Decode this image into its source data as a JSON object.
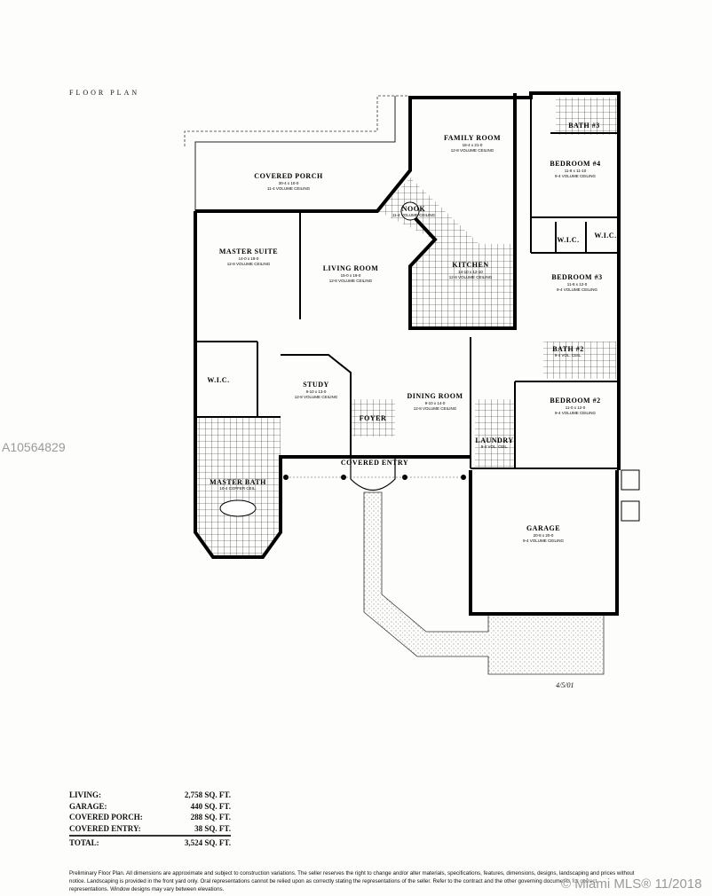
{
  "title": "FLOOR PLAN",
  "listing_id": "A10564829",
  "plan_date": "4/5/01",
  "rooms": {
    "covered_porch": {
      "name": "COVERED PORCH",
      "dims": "30-4 x 10-0",
      "ceiling": "11-4 VOLUME CEILING"
    },
    "family_room": {
      "name": "FAMILY ROOM",
      "dims": "18-4 x 21-0",
      "ceiling": "12-8 VOLUME CEILING"
    },
    "bath3": {
      "name": "BATH #3"
    },
    "bedroom4": {
      "name": "BEDROOM #4",
      "dims": "11-8 x 11-10",
      "ceiling": "9-4 VOLUME CEILING"
    },
    "nook": {
      "name": "NOOK",
      "ceiling": "11-4 VOLUME CEILING"
    },
    "master_suite": {
      "name": "MASTER SUITE",
      "dims": "14-0 x 18-0",
      "ceiling": "12-8 VOLUME CEILING"
    },
    "living_room": {
      "name": "LIVING ROOM",
      "dims": "15-0 x 19-0",
      "ceiling": "12-8 VOLUME CEILING"
    },
    "kitchen": {
      "name": "KITCHEN",
      "dims": "14-10 x 12-10",
      "ceiling": "12-8 VOLUME CEILING"
    },
    "wic1": {
      "name": "W.I.C."
    },
    "wic2": {
      "name": "W.I.C."
    },
    "wic3": {
      "name": "W.I.C."
    },
    "bedroom3": {
      "name": "BEDROOM #3",
      "dims": "11-8 x 12-0",
      "ceiling": "9-4 VOLUME CEILING"
    },
    "bath2": {
      "name": "BATH #2",
      "ceiling": "9-4 VOL. CEIL."
    },
    "study": {
      "name": "STUDY",
      "dims": "9-10 x 13-0",
      "ceiling": "12-8 VOLUME CEILING"
    },
    "foyer": {
      "name": "FOYER"
    },
    "dining_room": {
      "name": "DINING ROOM",
      "dims": "9-10 x 14-0",
      "ceiling": "12-8 VOLUME CEILING"
    },
    "bedroom2": {
      "name": "BEDROOM #2",
      "dims": "11-0 x 12-0",
      "ceiling": "9-4 VOLUME CEILING"
    },
    "laundry": {
      "name": "LAUNDRY",
      "ceiling": "9-4 VOL. CEIL."
    },
    "covered_entry": {
      "name": "COVERED ENTRY"
    },
    "master_bath": {
      "name": "MASTER BATH",
      "ceiling": "10-4 COFFER CEIL."
    },
    "garage": {
      "name": "GARAGE",
      "dims": "20-8 x 20-0",
      "ceiling": "9-4 VOLUME CEILING"
    }
  },
  "areas": [
    {
      "label": "LIVING:",
      "value": "2,758 SQ. FT."
    },
    {
      "label": "GARAGE:",
      "value": "440 SQ. FT."
    },
    {
      "label": "COVERED PORCH:",
      "value": "288 SQ. FT."
    },
    {
      "label": "COVERED ENTRY:",
      "value": "38 SQ. FT."
    }
  ],
  "total": {
    "label": "TOTAL:",
    "value": "3,524 SQ. FT."
  },
  "disclaimer": "Preliminary Floor Plan. All dimensions are approximate and subject to construction variations. The seller reserves the right to change and/or alter materials, specifications, features, dimensions, designs, landscaping and prices without notice. Landscaping is provided in the front yard only. Oral representations cannot be relied upon as correctly stating the representations of the seller. Refer to the contract and the other governing documents for correct representations. Window designs may vary between elevations.",
  "watermark": "© Miami MLS® 11/2018"
}
